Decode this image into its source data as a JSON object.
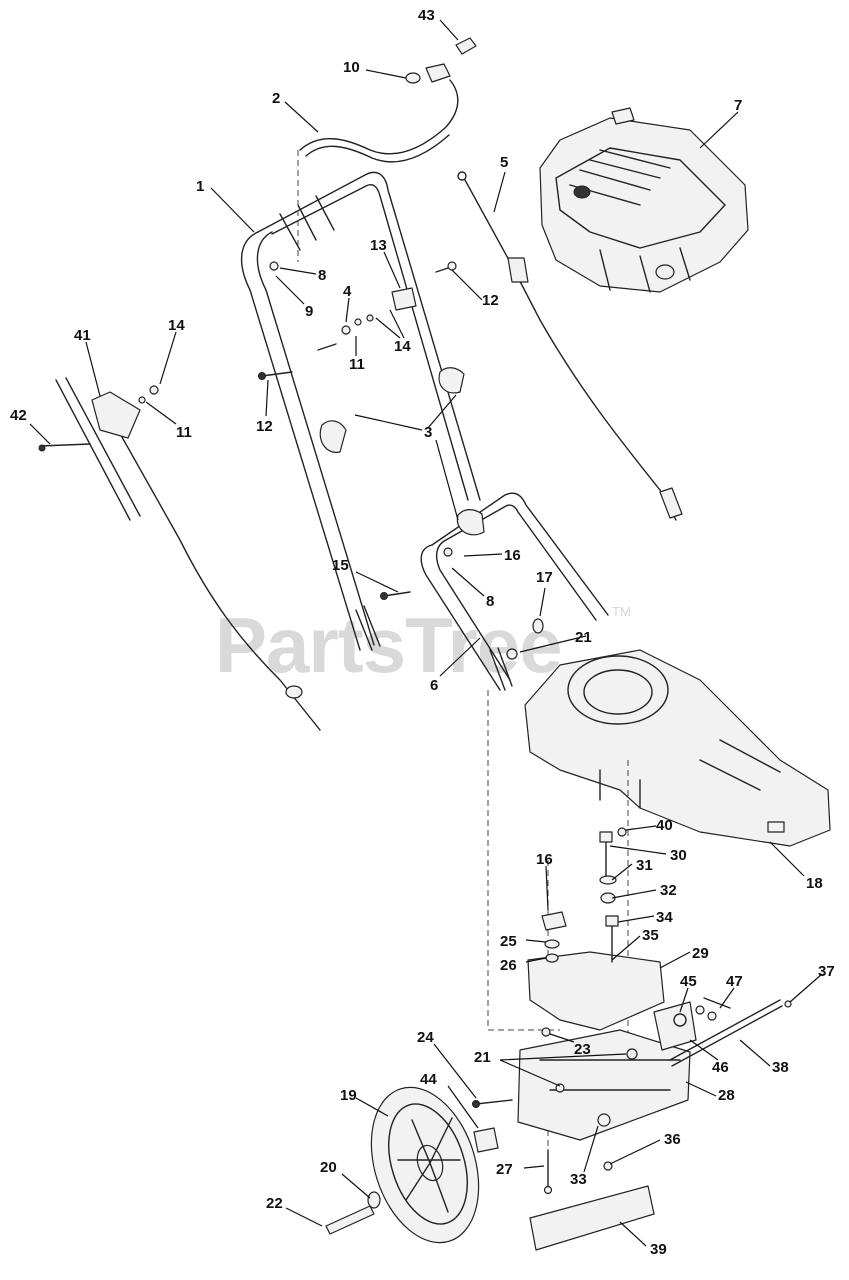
{
  "watermark": {
    "text": "PartsTree",
    "trademark": "TM"
  },
  "callouts": [
    {
      "num": "1"
    },
    {
      "num": "2"
    },
    {
      "num": "3"
    },
    {
      "num": "4"
    },
    {
      "num": "5"
    },
    {
      "num": "6"
    },
    {
      "num": "7"
    },
    {
      "num": "8"
    },
    {
      "num": "8"
    },
    {
      "num": "9"
    },
    {
      "num": "10"
    },
    {
      "num": "11"
    },
    {
      "num": "11"
    },
    {
      "num": "12"
    },
    {
      "num": "12"
    },
    {
      "num": "13"
    },
    {
      "num": "14"
    },
    {
      "num": "14"
    },
    {
      "num": "15"
    },
    {
      "num": "16"
    },
    {
      "num": "16"
    },
    {
      "num": "17"
    },
    {
      "num": "18"
    },
    {
      "num": "19"
    },
    {
      "num": "20"
    },
    {
      "num": "21"
    },
    {
      "num": "21"
    },
    {
      "num": "22"
    },
    {
      "num": "23"
    },
    {
      "num": "24"
    },
    {
      "num": "25"
    },
    {
      "num": "26"
    },
    {
      "num": "27"
    },
    {
      "num": "28"
    },
    {
      "num": "29"
    },
    {
      "num": "30"
    },
    {
      "num": "31"
    },
    {
      "num": "32"
    },
    {
      "num": "33"
    },
    {
      "num": "34"
    },
    {
      "num": "35"
    },
    {
      "num": "36"
    },
    {
      "num": "37"
    },
    {
      "num": "38"
    },
    {
      "num": "39"
    },
    {
      "num": "40"
    },
    {
      "num": "41"
    },
    {
      "num": "42"
    },
    {
      "num": "43"
    },
    {
      "num": "44"
    },
    {
      "num": "45"
    },
    {
      "num": "46"
    },
    {
      "num": "47"
    }
  ]
}
